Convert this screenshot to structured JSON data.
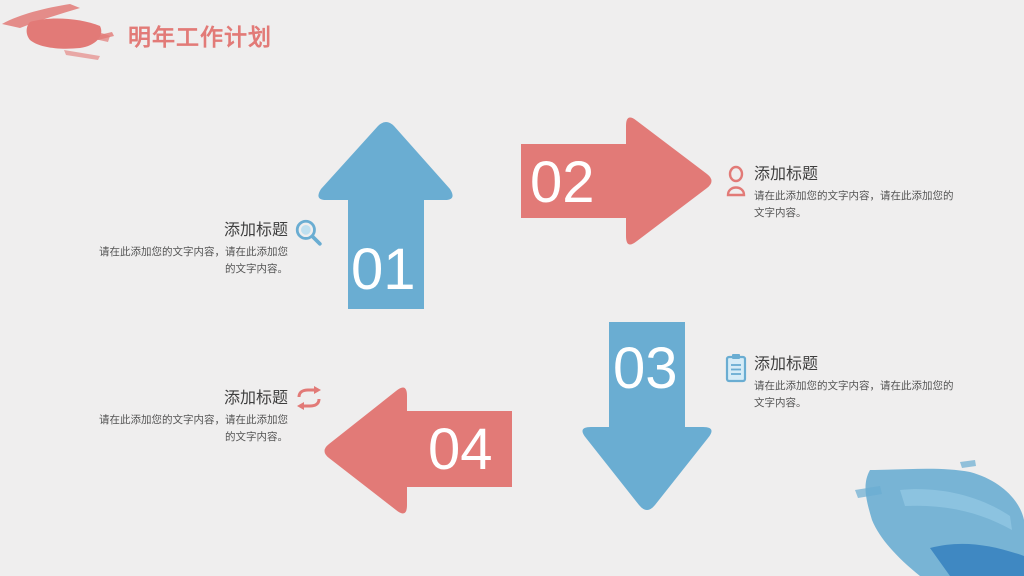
{
  "title": "明年工作计划",
  "colors": {
    "accent_red": "#e27a77",
    "accent_blue": "#6aadd2",
    "background": "#efeeee",
    "text_dark": "#3f3f3f"
  },
  "steps": [
    {
      "number": "01",
      "heading": "添加标题",
      "body": "请在此添加您的文字内容，请在此添加您的文字内容。",
      "icon": "search-icon",
      "color": "#6aadd2"
    },
    {
      "number": "02",
      "heading": "添加标题",
      "body": "请在此添加您的文字内容，请在此添加您的文字内容。",
      "icon": "user-icon",
      "color": "#e27a77"
    },
    {
      "number": "03",
      "heading": "添加标题",
      "body": "请在此添加您的文字内容，请在此添加您的文字内容。",
      "icon": "clipboard-icon",
      "color": "#6aadd2"
    },
    {
      "number": "04",
      "heading": "添加标题",
      "body": "请在此添加您的文字内容，请在此添加您的文字内容。",
      "icon": "refresh-icon",
      "color": "#e27a77"
    }
  ]
}
